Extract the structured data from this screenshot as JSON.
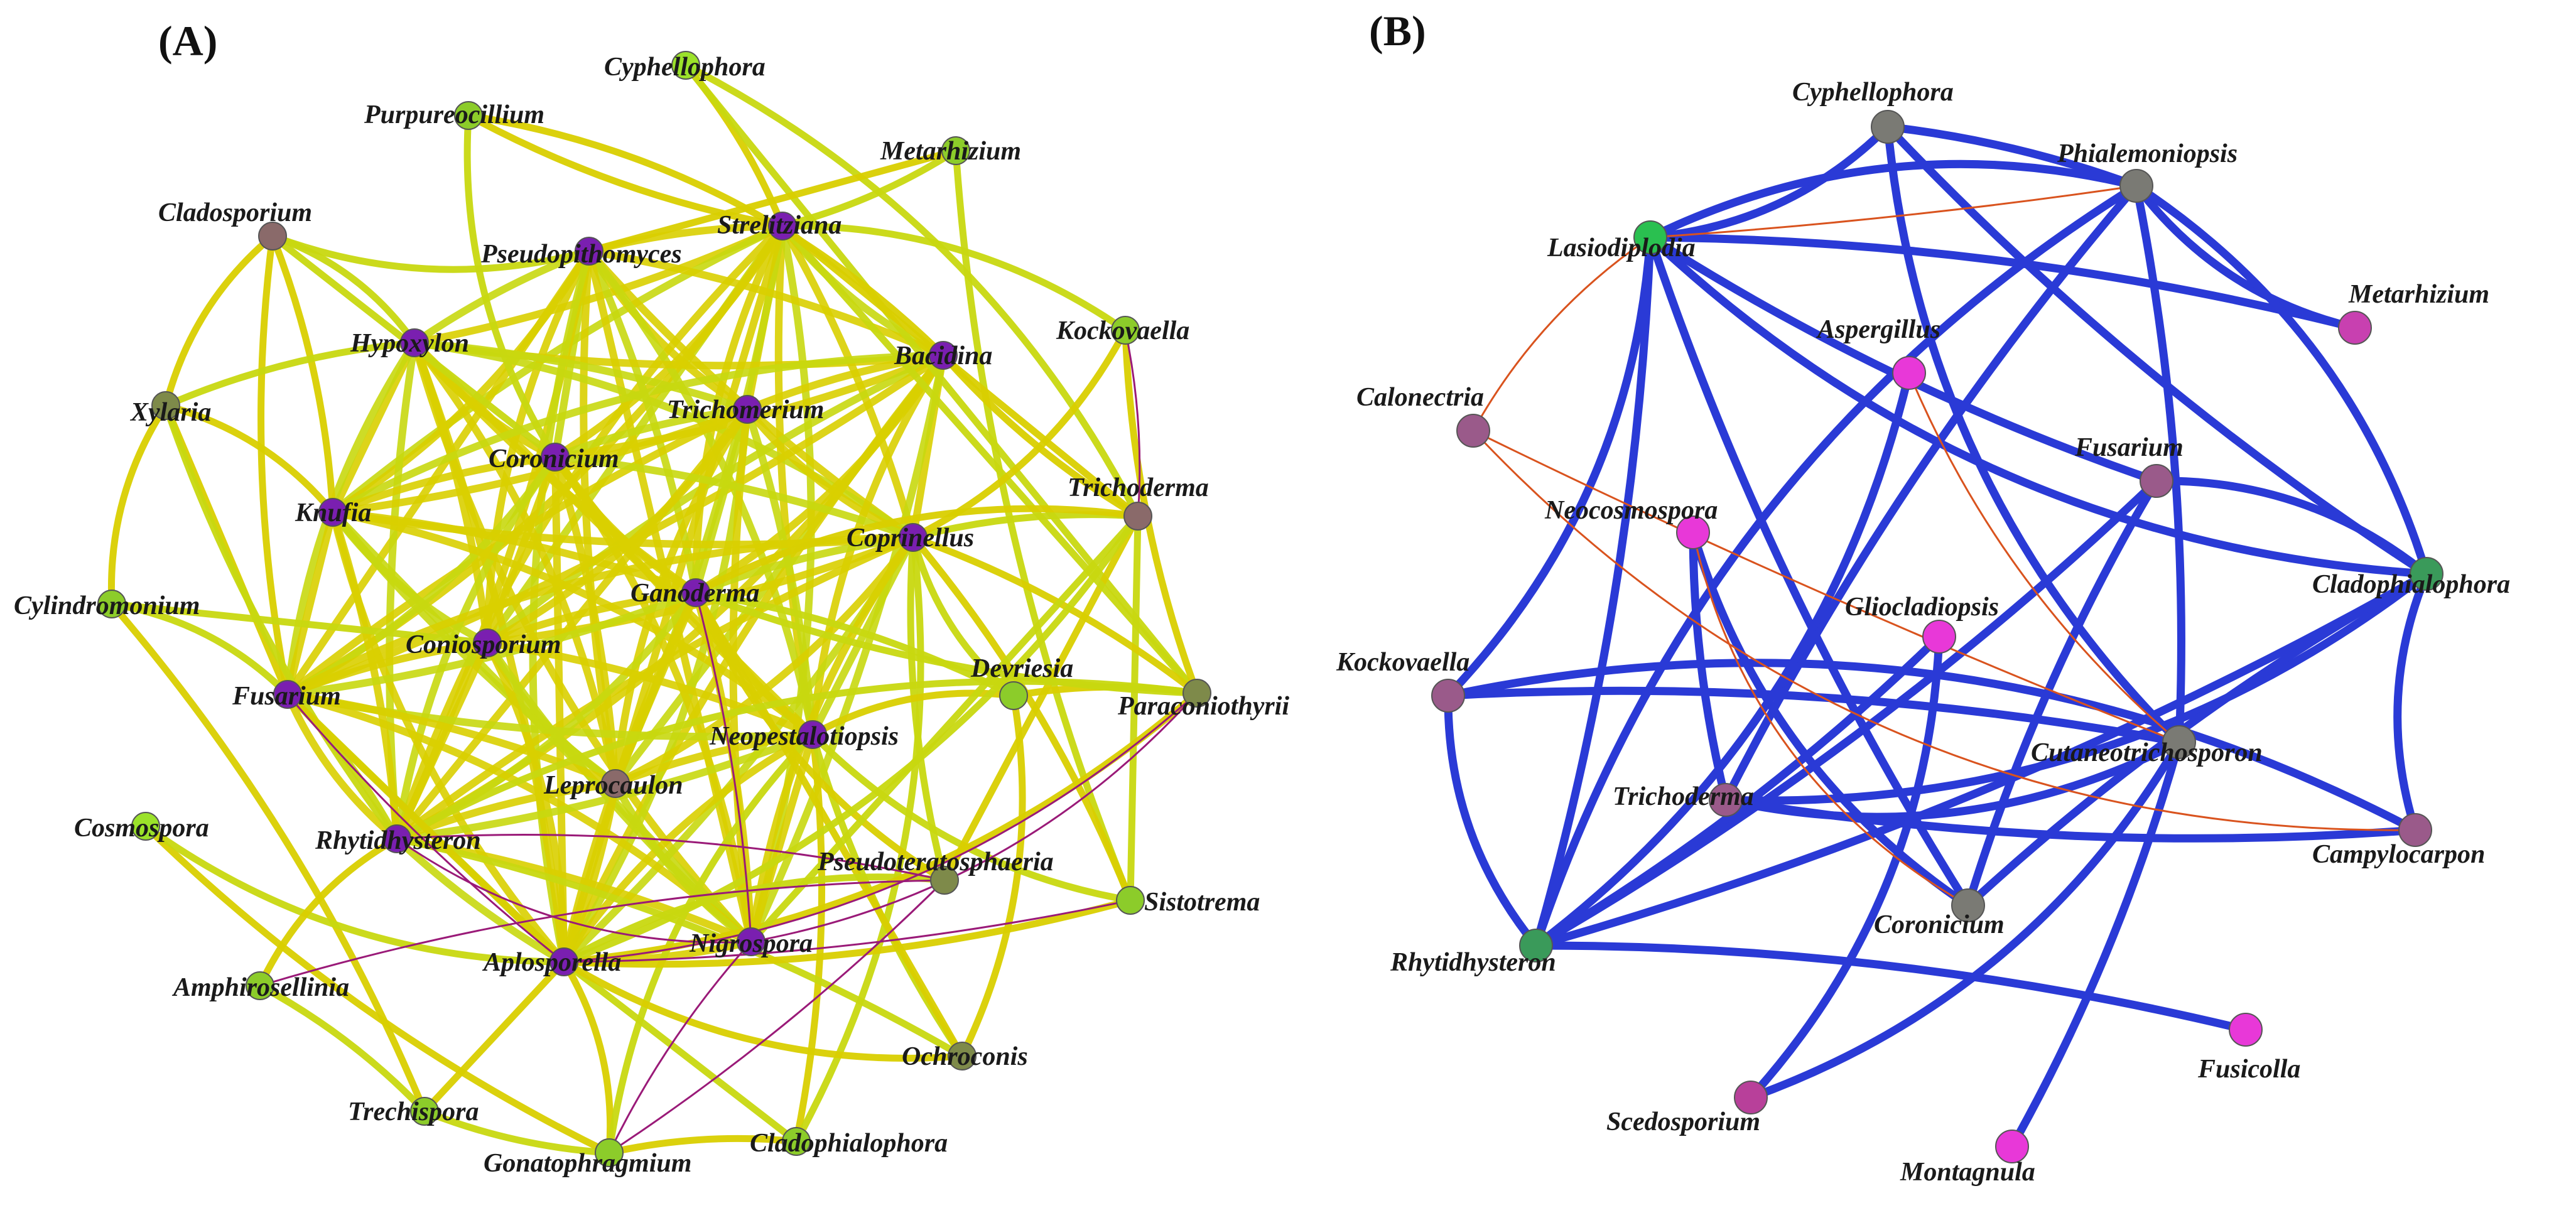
{
  "panels": [
    {
      "letter": "(A)",
      "colors": {
        "positive_edge": "#d9cf00",
        "positive_edge_alt": "#c8d810",
        "negative_edge": "#9a1a78",
        "node_purple": "#7a1fb0",
        "node_taupe": "#8a6a6a",
        "node_olive": "#7e8a4a",
        "node_green": "#8ccc2a",
        "node_lime": "#9be22a"
      },
      "nodes": [
        {
          "id": "Cyphellophora",
          "label": "Cyphellophora",
          "color": "#9be22a"
        },
        {
          "id": "Purpureocillium",
          "label": "Purpureocillium",
          "color": "#8ccc2a"
        },
        {
          "id": "Metarhizium",
          "label": "Metarhizium",
          "color": "#8ccc2a"
        },
        {
          "id": "Cladosporium",
          "label": "Cladosporium",
          "color": "#8a6a6a"
        },
        {
          "id": "Strelitziana",
          "label": "Strelitziana",
          "color": "#7a1fb0"
        },
        {
          "id": "Pseudopithomyces",
          "label": "Pseudopithomyces",
          "color": "#7a1fb0"
        },
        {
          "id": "Kockovaella",
          "label": "Kockovaella",
          "color": "#8ccc2a"
        },
        {
          "id": "Hypoxylon",
          "label": "Hypoxylon",
          "color": "#7a1fb0"
        },
        {
          "id": "Bacidina",
          "label": "Bacidina",
          "color": "#7a1fb0"
        },
        {
          "id": "Xylaria",
          "label": "Xylaria",
          "color": "#7e8a4a"
        },
        {
          "id": "Trichomerium",
          "label": "Trichomerium",
          "color": "#7a1fb0"
        },
        {
          "id": "Coronicium",
          "label": "Coronicium",
          "color": "#7a1fb0"
        },
        {
          "id": "Trichoderma",
          "label": "Trichoderma",
          "color": "#8a6a6a"
        },
        {
          "id": "Knufia",
          "label": "Knufia",
          "color": "#7a1fb0"
        },
        {
          "id": "Coprinellus",
          "label": "Coprinellus",
          "color": "#7a1fb0"
        },
        {
          "id": "Ganoderma",
          "label": "Ganoderma",
          "color": "#7a1fb0"
        },
        {
          "id": "Cylindromonium",
          "label": "Cylindromonium",
          "color": "#8ccc2a"
        },
        {
          "id": "Coniosporium",
          "label": "Coniosporium",
          "color": "#7a1fb0"
        },
        {
          "id": "Devriesia",
          "label": "Devriesia",
          "color": "#8ccc2a"
        },
        {
          "id": "Fusarium",
          "label": "Fusarium",
          "color": "#7a1fb0"
        },
        {
          "id": "Paraconiothyrium",
          "label": "Paraconiothyrii",
          "color": "#7e8a4a"
        },
        {
          "id": "Neopestalotiopsis",
          "label": "Neopestalotiopsis",
          "color": "#7a1fb0"
        },
        {
          "id": "Leprocaulon",
          "label": "Leprocaulon",
          "color": "#8a6a6a"
        },
        {
          "id": "Cosmospora",
          "label": "Cosmospora",
          "color": "#9be22a"
        },
        {
          "id": "Rhytidhysteron",
          "label": "Rhytidhysteron",
          "color": "#7a1fb0"
        },
        {
          "id": "Pseudoteratosphaeria",
          "label": "Pseudoteratosphaeria",
          "color": "#7e8a4a"
        },
        {
          "id": "Sistotrema",
          "label": "Sistotrema",
          "color": "#8ccc2a"
        },
        {
          "id": "Aplosporella",
          "label": "Aplosporella",
          "color": "#7a1fb0"
        },
        {
          "id": "Nigrospora",
          "label": "Nigrospora",
          "color": "#7a1fb0"
        },
        {
          "id": "Amphirosellinia",
          "label": "Amphirosellinia",
          "color": "#8ccc2a"
        },
        {
          "id": "Ochroconis",
          "label": "Ochroconis",
          "color": "#7e8a4a"
        },
        {
          "id": "Trechispora",
          "label": "Trechispora",
          "color": "#8ccc2a"
        },
        {
          "id": "Cladophialophora",
          "label": "Cladophialophora",
          "color": "#8ccc2a"
        },
        {
          "id": "Gonatophragmium",
          "label": "Gonatophragmium",
          "color": "#8ccc2a"
        }
      ],
      "hub_nodes": [
        "Strelitziana",
        "Pseudopithomyces",
        "Hypoxylon",
        "Bacidina",
        "Trichomerium",
        "Coronicium",
        "Knufia",
        "Coprinellus",
        "Ganoderma",
        "Coniosporium",
        "Fusarium",
        "Neopestalotiopsis",
        "Leprocaulon",
        "Rhytidhysteron",
        "Aplosporella",
        "Nigrospora"
      ],
      "extra_positive_edges": [
        [
          "Cyphellophora",
          "Trichoderma"
        ],
        [
          "Cyphellophora",
          "Strelitziana"
        ],
        [
          "Cyphellophora",
          "Paraconiothyrium"
        ],
        [
          "Purpureocillium",
          "Strelitziana"
        ],
        [
          "Purpureocillium",
          "Coronicium"
        ],
        [
          "Purpureocillium",
          "Bacidina"
        ],
        [
          "Metarhizium",
          "Strelitziana"
        ],
        [
          "Metarhizium",
          "Pseudopithomyces"
        ],
        [
          "Metarhizium",
          "Sistotrema"
        ],
        [
          "Cladosporium",
          "Xylaria"
        ],
        [
          "Cladosporium",
          "Hypoxylon"
        ],
        [
          "Cladosporium",
          "Knufia"
        ],
        [
          "Cladosporium",
          "Coronicium"
        ],
        [
          "Cladosporium",
          "Fusarium"
        ],
        [
          "Cladosporium",
          "Pseudopithomyces"
        ],
        [
          "Xylaria",
          "Knufia"
        ],
        [
          "Xylaria",
          "Hypoxylon"
        ],
        [
          "Xylaria",
          "Fusarium"
        ],
        [
          "Xylaria",
          "Rhytidhysteron"
        ],
        [
          "Xylaria",
          "Cylindromonium"
        ],
        [
          "Cylindromonium",
          "Fusarium"
        ],
        [
          "Cylindromonium",
          "Trechispora"
        ],
        [
          "Cylindromonium",
          "Coniosporium"
        ],
        [
          "Cosmospora",
          "Gonatophragmium"
        ],
        [
          "Cosmospora",
          "Aplosporella"
        ],
        [
          "Amphirosellinia",
          "Rhytidhysteron"
        ],
        [
          "Amphirosellinia",
          "Trechispora"
        ],
        [
          "Trechispora",
          "Aplosporella"
        ],
        [
          "Trechispora",
          "Gonatophragmium"
        ],
        [
          "Gonatophragmium",
          "Aplosporella"
        ],
        [
          "Gonatophragmium",
          "Neopestalotiopsis"
        ],
        [
          "Gonatophragmium",
          "Cladophialophora"
        ],
        [
          "Cladophialophora",
          "Aplosporella"
        ],
        [
          "Cladophialophora",
          "Neopestalotiopsis"
        ],
        [
          "Cladophialophora",
          "Coprinellus"
        ],
        [
          "Ochroconis",
          "Aplosporella"
        ],
        [
          "Ochroconis",
          "Neopestalotiopsis"
        ],
        [
          "Ochroconis",
          "Ganoderma"
        ],
        [
          "Ochroconis",
          "Rhytidhysteron"
        ],
        [
          "Ochroconis",
          "Devriesia"
        ],
        [
          "Sistotrema",
          "Neopestalotiopsis"
        ],
        [
          "Sistotrema",
          "Aplosporella"
        ],
        [
          "Sistotrema",
          "Trichoderma"
        ],
        [
          "Sistotrema",
          "Coprinellus"
        ],
        [
          "Pseudoteratosphaeria",
          "Aplosporella"
        ],
        [
          "Pseudoteratosphaeria",
          "Ganoderma"
        ],
        [
          "Pseudoteratosphaeria",
          "Coprinellus"
        ],
        [
          "Pseudoteratosphaeria",
          "Trichoderma"
        ],
        [
          "Devriesia",
          "Ganoderma"
        ],
        [
          "Devriesia",
          "Neopestalotiopsis"
        ],
        [
          "Devriesia",
          "Coprinellus"
        ],
        [
          "Devriesia",
          "Paraconiothyrium"
        ],
        [
          "Paraconiothyrium",
          "Strelitziana"
        ],
        [
          "Paraconiothyrium",
          "Coprinellus"
        ],
        [
          "Paraconiothyrium",
          "Rhytidhysteron"
        ],
        [
          "Paraconiothyrium",
          "Aplosporella"
        ],
        [
          "Paraconiothyrium",
          "Ganoderma"
        ],
        [
          "Trichoderma",
          "Strelitziana"
        ],
        [
          "Trichoderma",
          "Coprinellus"
        ],
        [
          "Trichoderma",
          "Ganoderma"
        ],
        [
          "Trichoderma",
          "Aplosporella"
        ],
        [
          "Trichoderma",
          "Bacidina"
        ],
        [
          "Trichoderma",
          "Nigrospora"
        ],
        [
          "Kockovaella",
          "Paraconiothyrium"
        ],
        [
          "Kockovaella",
          "Strelitziana"
        ],
        [
          "Kockovaella",
          "Coprinellus"
        ],
        [
          "Fusarium",
          "Rhytidhysteron"
        ],
        [
          "Fusarium",
          "Aplosporella"
        ]
      ],
      "negative_edges": [
        [
          "Kockovaella",
          "Trichoderma"
        ],
        [
          "Fusarium",
          "Aplosporella"
        ],
        [
          "Rhytidhysteron",
          "Nigrospora"
        ],
        [
          "Amphirosellinia",
          "Pseudoteratosphaeria"
        ],
        [
          "Gonatophragmium",
          "Pseudoteratosphaeria"
        ],
        [
          "Aplosporella",
          "Paraconiothyrium"
        ],
        [
          "Rhytidhysteron",
          "Pseudoteratosphaeria"
        ],
        [
          "Nigrospora",
          "Ganoderma"
        ],
        [
          "Nigrospora",
          "Paraconiothyrium"
        ],
        [
          "Gonatophragmium",
          "Nigrospora"
        ],
        [
          "Aplosporella",
          "Sistotrema"
        ]
      ]
    },
    {
      "letter": "(B)",
      "colors": {
        "positive_edge": "#2a3ad6",
        "negative_edge": "#d9531e",
        "node_grey": "#7a7a74",
        "node_green": "#3a9a5a",
        "node_mauve": "#9a5a8a",
        "node_pink": "#e838d8",
        "node_brightgreen": "#2ac050"
      },
      "nodes": [
        {
          "id": "Cyphellophora",
          "label": "Cyphellophora",
          "color": "#7a7a74"
        },
        {
          "id": "Phialemoniopsis",
          "label": "Phialemoniopsis",
          "color": "#7a7a74"
        },
        {
          "id": "Lasiodiplodia",
          "label": "Lasiodiplodia",
          "color": "#2ac050"
        },
        {
          "id": "Metarhizium",
          "label": "Metarhizium",
          "color": "#c840b0"
        },
        {
          "id": "Aspergillus",
          "label": "Aspergillus",
          "color": "#e838d8"
        },
        {
          "id": "Calonectria",
          "label": "Calonectria",
          "color": "#9a5a8a"
        },
        {
          "id": "Fusarium",
          "label": "Fusarium",
          "color": "#9a5a8a"
        },
        {
          "id": "Neocosmospora",
          "label": "Neocosmospora",
          "color": "#e838d8"
        },
        {
          "id": "Cladophialophora",
          "label": "Cladophialophora",
          "color": "#3a9a5a"
        },
        {
          "id": "Gliocladiopsis",
          "label": "Gliocladiopsis",
          "color": "#e838d8"
        },
        {
          "id": "Kockovaella",
          "label": "Kockovaella",
          "color": "#9a5a8a"
        },
        {
          "id": "Cutaneotrichosporon",
          "label": "Cutaneotrichosporon",
          "color": "#7a7a74"
        },
        {
          "id": "Trichoderma",
          "label": "Trichoderma",
          "color": "#9a5a8a"
        },
        {
          "id": "Campylocarpon",
          "label": "Campylocarpon",
          "color": "#9a5a8a"
        },
        {
          "id": "Coronicium",
          "label": "Coronicium",
          "color": "#7a7a74"
        },
        {
          "id": "Rhytidhysteron",
          "label": "Rhytidhysteron",
          "color": "#3a9a5a"
        },
        {
          "id": "Fusicolla",
          "label": "Fusicolla",
          "color": "#e838d8"
        },
        {
          "id": "Scedosporium",
          "label": "Scedosporium",
          "color": "#b8409a"
        },
        {
          "id": "Montagnula",
          "label": "Montagnula",
          "color": "#e838d8"
        }
      ],
      "positive_edges": [
        [
          "Cyphellophora",
          "Lasiodiplodia"
        ],
        [
          "Cyphellophora",
          "Phialemoniopsis"
        ],
        [
          "Cyphellophora",
          "Cladophialophora"
        ],
        [
          "Cyphellophora",
          "Cutaneotrichosporon"
        ],
        [
          "Lasiodiplodia",
          "Phialemoniopsis"
        ],
        [
          "Lasiodiplodia",
          "Metarhizium"
        ],
        [
          "Lasiodiplodia",
          "Fusarium"
        ],
        [
          "Lasiodiplodia",
          "Cladophialophora"
        ],
        [
          "Lasiodiplodia",
          "Kockovaella"
        ],
        [
          "Lasiodiplodia",
          "Rhytidhysteron"
        ],
        [
          "Lasiodiplodia",
          "Coronicium"
        ],
        [
          "Phialemoniopsis",
          "Metarhizium"
        ],
        [
          "Phialemoniopsis",
          "Cladophialophora"
        ],
        [
          "Phialemoniopsis",
          "Cutaneotrichosporon"
        ],
        [
          "Phialemoniopsis",
          "Trichoderma"
        ],
        [
          "Phialemoniopsis",
          "Rhytidhysteron"
        ],
        [
          "Fusarium",
          "Cladophialophora"
        ],
        [
          "Fusarium",
          "Rhytidhysteron"
        ],
        [
          "Fusarium",
          "Coronicium"
        ],
        [
          "Cladophialophora",
          "Campylocarpon"
        ],
        [
          "Cladophialophora",
          "Trichoderma"
        ],
        [
          "Cladophialophora",
          "Rhytidhysteron"
        ],
        [
          "Cladophialophora",
          "Coronicium"
        ],
        [
          "Kockovaella",
          "Rhytidhysteron"
        ],
        [
          "Kockovaella",
          "Campylocarpon"
        ],
        [
          "Kockovaella",
          "Cutaneotrichosporon"
        ],
        [
          "Neocosmospora",
          "Trichoderma"
        ],
        [
          "Neocosmospora",
          "Coronicium"
        ],
        [
          "Aspergillus",
          "Rhytidhysteron"
        ],
        [
          "Gliocladiopsis",
          "Rhytidhysteron"
        ],
        [
          "Trichoderma",
          "Campylocarpon"
        ],
        [
          "Trichoderma",
          "Cutaneotrichosporon"
        ],
        [
          "Cutaneotrichosporon",
          "Scedosporium"
        ],
        [
          "Cutaneotrichosporon",
          "Montagnula"
        ],
        [
          "Fusicolla",
          "Rhytidhysteron"
        ],
        [
          "Scedosporium",
          "Gliocladiopsis"
        ]
      ],
      "negative_edges": [
        [
          "Lasiodiplodia",
          "Phialemoniopsis"
        ],
        [
          "Lasiodiplodia",
          "Calonectria"
        ],
        [
          "Calonectria",
          "Campylocarpon"
        ],
        [
          "Calonectria",
          "Cutaneotrichosporon"
        ],
        [
          "Aspergillus",
          "Cutaneotrichosporon"
        ],
        [
          "Neocosmospora",
          "Coronicium"
        ]
      ]
    }
  ]
}
